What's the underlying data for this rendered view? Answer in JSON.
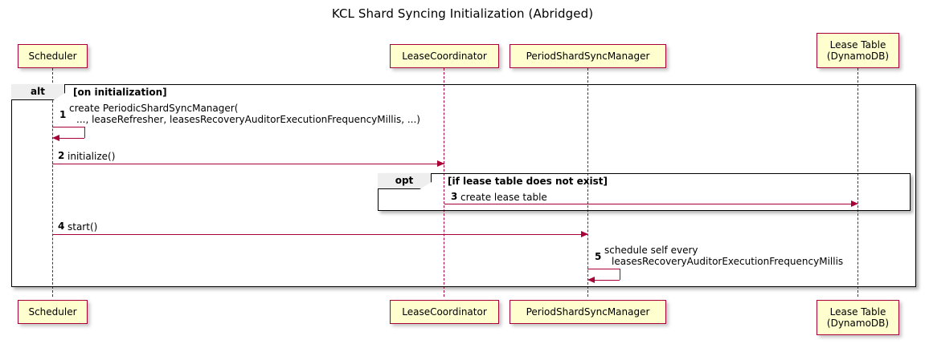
{
  "diagram": {
    "title": "KCL Shard Syncing Initialization (Abridged)",
    "type": "uml-sequence-diagram"
  },
  "colors": {
    "participant_fill": "#FEFECE",
    "participant_border": "#A80036",
    "arrow": "#A80036",
    "fragment_border": "#000000",
    "fragment_tab_fill": "#EEEEEE",
    "background": "#FFFFFF"
  },
  "participants": [
    {
      "id": "scheduler",
      "label": "Scheduler",
      "label_line2": ""
    },
    {
      "id": "leasecoordinator",
      "label": "LeaseCoordinator",
      "label_line2": ""
    },
    {
      "id": "periodshardsyncmanager",
      "label": "PeriodShardSyncManager",
      "label_line2": ""
    },
    {
      "id": "leasetable",
      "label": "Lease Table",
      "label_line2": "(DynamoDB)"
    }
  ],
  "fragments": [
    {
      "id": "alt",
      "operator": "alt",
      "guard": "[on initialization]"
    },
    {
      "id": "opt",
      "operator": "opt",
      "guard": "[if lease table does not exist]"
    }
  ],
  "messages": [
    {
      "number": "1",
      "from": "scheduler",
      "to": "scheduler",
      "self_call": true,
      "text_line1": "create PeriodicShardSyncManager(",
      "text_line2": "..., leaseRefresher, leasesRecoveryAuditorExecutionFrequencyMillis, ...)"
    },
    {
      "number": "2",
      "from": "scheduler",
      "to": "leasecoordinator",
      "self_call": false,
      "text_line1": "initialize()",
      "text_line2": ""
    },
    {
      "number": "3",
      "from": "leasecoordinator",
      "to": "leasetable",
      "self_call": false,
      "text_line1": "create lease table",
      "text_line2": ""
    },
    {
      "number": "4",
      "from": "scheduler",
      "to": "periodshardsyncmanager",
      "self_call": false,
      "text_line1": "start()",
      "text_line2": ""
    },
    {
      "number": "5",
      "from": "periodshardsyncmanager",
      "to": "periodshardsyncmanager",
      "self_call": true,
      "text_line1": "schedule self every",
      "text_line2": "leasesRecoveryAuditorExecutionFrequencyMillis"
    }
  ]
}
